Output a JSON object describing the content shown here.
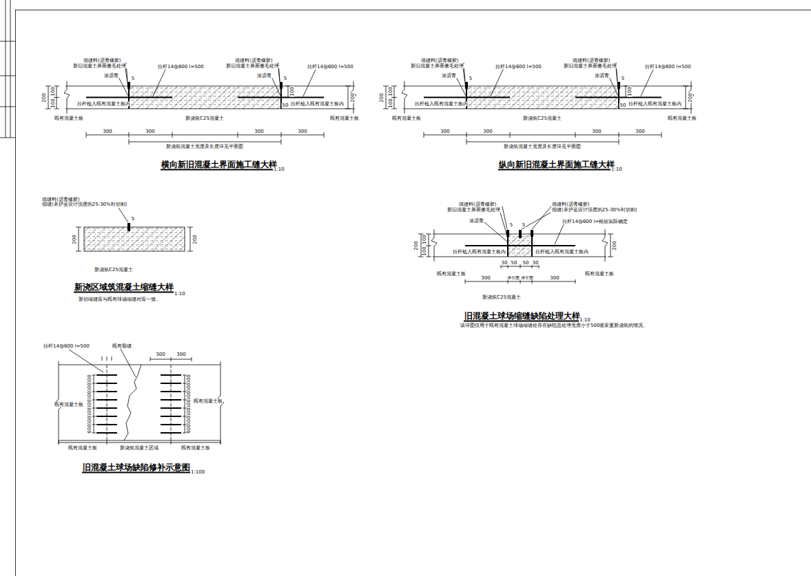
{
  "diagram": {
    "labels": [
      "填缝料(沥青橡胶)",
      "新旧混凝土界面凿毛处理",
      "涂沥青",
      "拉杆14@600 l=500",
      "5",
      "填缝料(沥青橡胶)",
      "新旧混凝土界面凿毛处理",
      "涂沥青",
      "拉杆14@600 l=500",
      "5",
      "200",
      "100",
      "100",
      "100",
      "200",
      "拉杆植入既有混凝土板内",
      "拉杆植入既有混凝土板内",
      "50",
      "既有混凝土板",
      "新浇筑C25混凝土",
      "既有混凝土板",
      "300",
      "300",
      "300",
      "300",
      "新浇筑混凝土宽度及长度详见平面图",
      "横向新旧混凝土界面施工缝大样",
      "1:10",
      "填缝料(沥青橡胶)",
      "新旧混凝土界面凿毛处理",
      "涂沥青",
      "拉杆14@600 l=500",
      "5",
      "填缝料(沥青橡胶)",
      "新旧混凝土界面凿毛处理",
      "涂沥青",
      "拉杆14@600 l=500",
      "5",
      "200",
      "100",
      "100",
      "100",
      "200",
      "拉杆植入既有混凝土板内",
      "拉杆植入既有混凝土板内",
      "50",
      "既有混凝土板",
      "新浇筑C25混凝土",
      "既有混凝土板",
      "300",
      "300",
      "300",
      "300",
      "新浇筑混凝土宽度及长度详见平面图",
      "纵向新旧混凝土界面施工缝大样",
      "1:10",
      "填缝料(沥青橡胶)",
      "假缝(养护至设计强度的25-30%时切割)",
      "5",
      "200",
      "200",
      "新浇筑C25混凝土",
      "新浇区域筑混凝土缩缝大样",
      "1:10",
      "新切缩缝应与既有球场缩缝对应一致。",
      "填缝料(沥青橡胶)",
      "新旧混凝土界面凿毛处理",
      "涂沥青",
      "填缝料(沥青橡胶)",
      "假缝(养护至设计强度的25-30%时切割)",
      "拉杆14@600 l=根据实际确定",
      "5",
      "5",
      "200",
      "100",
      "100",
      "200",
      "拉杆植入既有混凝土板内",
      "拉杆植入既有混凝土板内",
      "30",
      "50",
      "50",
      "30",
      "既有混凝土板",
      "既有混凝土板",
      "300",
      "详平面",
      "详平面",
      "300",
      "新浇筑C25混凝土",
      "旧混凝土球场缩缝缺陷处理大样",
      "1:10",
      "该详图仅用于既有混凝土球场缩缝处存在缺陷且处理宽度小于500需要重新浇筑的情况。",
      "拉杆14@600 l=500",
      "既有裂缝",
      "300",
      "300",
      "600",
      "600",
      "600",
      "600",
      "600",
      "600",
      "600",
      "600",
      "600",
      "600",
      "600",
      "600",
      "600",
      "600",
      "既有混凝土板",
      "既有混凝土板",
      "既有混凝土板",
      "新浇筑混凝土区域",
      "既有混凝土板",
      "旧混凝土球场缺陷修补示意图",
      "1:100"
    ]
  }
}
